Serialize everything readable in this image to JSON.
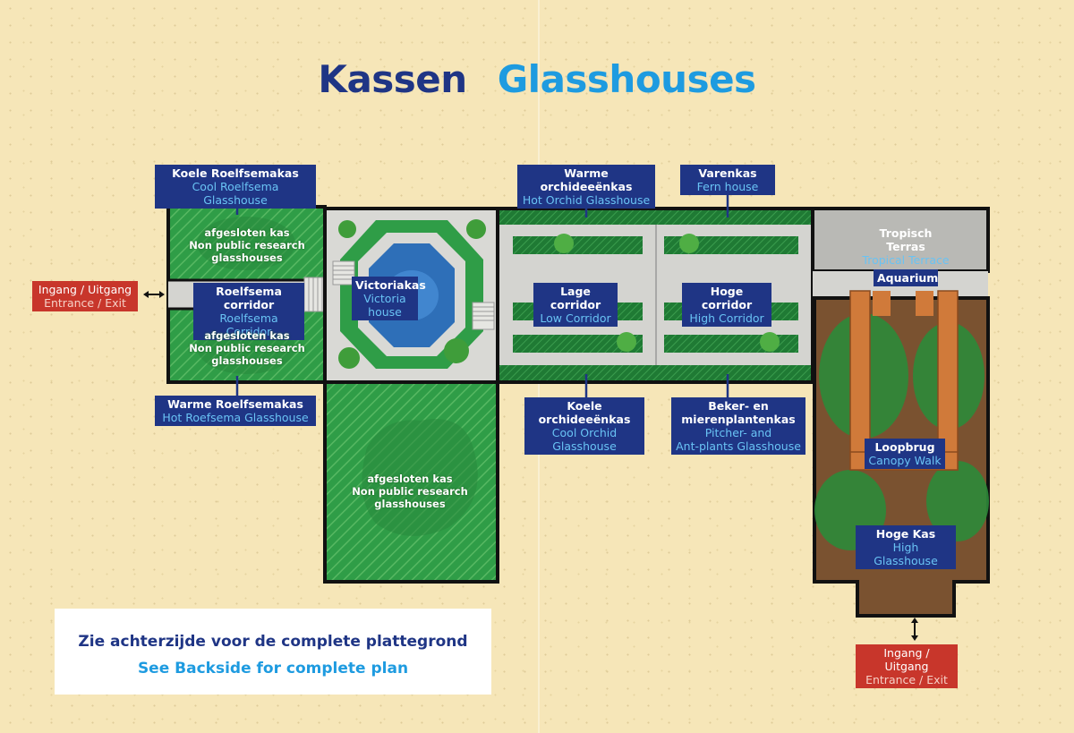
{
  "title": {
    "nl": "Kassen",
    "en": "Glasshouses"
  },
  "labels": {
    "cool_roelfsema": {
      "nl": "Koele Roelfsemakas",
      "en": "Cool Roelfsema Glasshouse"
    },
    "hot_orchid": {
      "nl": "Warme orchideeënkas",
      "en": "Hot Orchid Glasshouse"
    },
    "fern": {
      "nl": "Varenkas",
      "en": "Fern house"
    },
    "tropical": {
      "nl": "Tropisch Terras",
      "en": "Tropical Terrace"
    },
    "aquarium": {
      "nl": "Aquarium"
    },
    "roelfsema_corridor": {
      "nl": "Roelfsema corridor",
      "en": "Roelfsema Corridor"
    },
    "victoria": {
      "nl": "Victoriakas",
      "en": "Victoria",
      "en2": "house"
    },
    "low_corridor": {
      "nl": "Lage corridor",
      "en": "Low Corridor"
    },
    "high_corridor": {
      "nl": "Hoge corridor",
      "en": "High Corridor"
    },
    "hot_roelfsema": {
      "nl": "Warme Roelfsemakas",
      "en": "Hot Roefsema Glasshouse"
    },
    "cool_orchid": {
      "nl": "Koele orchideeënkas",
      "en": "Cool Orchid",
      "en2": "Glasshouse"
    },
    "pitcher": {
      "nl": "Beker- en",
      "nl2": "mierenplantenkas",
      "en": "Pitcher- and",
      "en2": "Ant-plants Glasshouse"
    },
    "canopy": {
      "nl": "Loopbrug",
      "en": "Canopy Walk"
    },
    "high_glass": {
      "nl": "Hoge Kas",
      "en": "High Glasshouse"
    }
  },
  "non_public": {
    "l1": "afgesloten kas",
    "l2": "Non public research",
    "l3": "glasshouses"
  },
  "entrance": {
    "nl": "Ingang / Uitgang",
    "en": "Entrance / Exit"
  },
  "info": {
    "nl": "Zie achterzijde voor de complete plattegrond",
    "en": "See Backside for complete plan"
  },
  "colors": {
    "navy": "#1f3585",
    "light_blue": "#1e9be0",
    "green": "#2e9e45",
    "path_grey": "#d4d4d0",
    "soil": "#7a5230",
    "exit_red": "#c8362b",
    "background": "#f6e6b8"
  }
}
